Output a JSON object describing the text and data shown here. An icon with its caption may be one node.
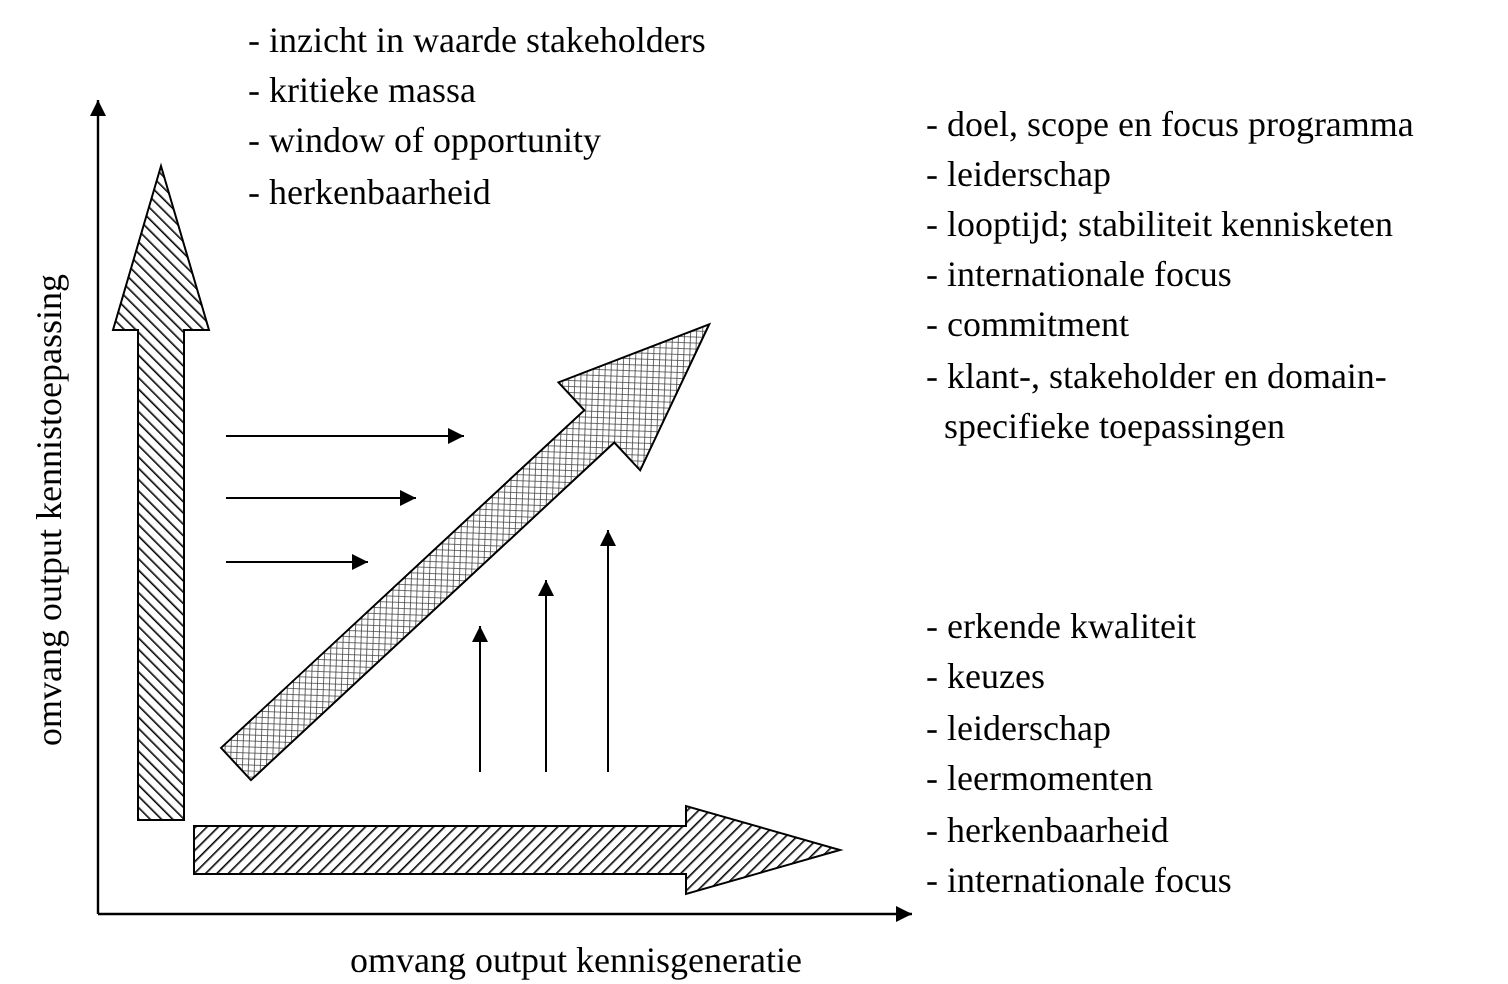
{
  "diagram": {
    "labels": [
      "- inzicht in waarde stakeholders",
      "- kritieke massa",
      "- window of opportunity",
      "- herkenbaarheid",
      "- doel, scope en focus programma",
      "- leiderschap",
      "- looptijd; stabiliteit kennisketen",
      "- internationale focus",
      "- commitment",
      "- klant-, stakeholder en domain-specifieke toepassingen",
      "- erkende kwaliteit",
      "- keuzes",
      "- leiderschap",
      "- leermomenten",
      "- herkenbaarheid",
      "- internationale focus",
      "omvang output kennistoepassing",
      "omvang output kennisgeneratie"
    ]
  }
}
